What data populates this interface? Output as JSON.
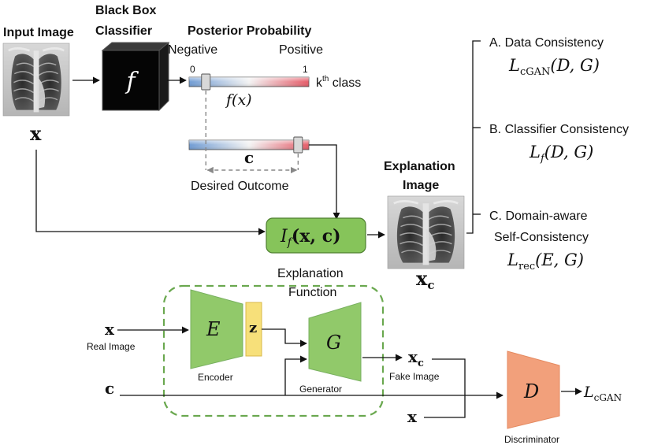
{
  "headings": {
    "input_image": "Input Image",
    "black_box_line1": "Black Box",
    "black_box_line2": "Classifier",
    "posterior": "Posterior Probability",
    "explanation_image_line1": "Explanation",
    "explanation_image_line2": "Image"
  },
  "classifier_symbol": "f",
  "input_symbol": "x",
  "scale": {
    "negative": "Negative",
    "positive": "Positive",
    "zero": "0",
    "one": "1",
    "kth": "k",
    "kth_sup": "th",
    "kth_suffix": " class",
    "fx_label": "f(x)",
    "c_label": "c",
    "desired_outcome": "Desired Outcome",
    "fx_value": 0.14,
    "c_value": 0.91
  },
  "explanation_function": {
    "formula_main": "I",
    "formula_sub": "f",
    "formula_args": "(x, c)",
    "caption_line1": "Explanation",
    "caption_line2": "Function"
  },
  "output_symbol": "x",
  "output_symbol_sub": "c",
  "losses": {
    "data": {
      "title": "A. Data Consistency",
      "formula_main": "L",
      "formula_sub": "cGAN",
      "formula_args": "(D, G)"
    },
    "classifier": {
      "title": "B. Classifier Consistency",
      "formula_main": "L",
      "formula_sub": "f",
      "formula_args": "(D, G)"
    },
    "domain_line1": "C. Domain-aware",
    "domain_line2": "Self-Consistency",
    "domain": {
      "formula_main": "L",
      "formula_sub": "rec",
      "formula_args": "(E, G)"
    }
  },
  "network": {
    "real_x": "x",
    "real_caption": "Real Image",
    "c_input": "c",
    "encoder_symbol": "E",
    "encoder_caption": "Encoder",
    "latent_symbol": "z",
    "generator_symbol": "G",
    "generator_caption": "Generator",
    "fake_x": "x",
    "fake_x_sub": "c",
    "fake_caption": "Fake Image",
    "x_bottom": "x",
    "disc_symbol": "D",
    "disc_caption": "Discriminator",
    "disc_out_main": "L",
    "disc_out_sub": "cGAN"
  },
  "colors": {
    "green_fill": "#86c45a",
    "green_dash": "#6aa84f",
    "yellow": "#f7e07a",
    "orange": "#f2a07b",
    "bar_blue": "#7aa3d6",
    "bar_red": "#e8616f"
  }
}
